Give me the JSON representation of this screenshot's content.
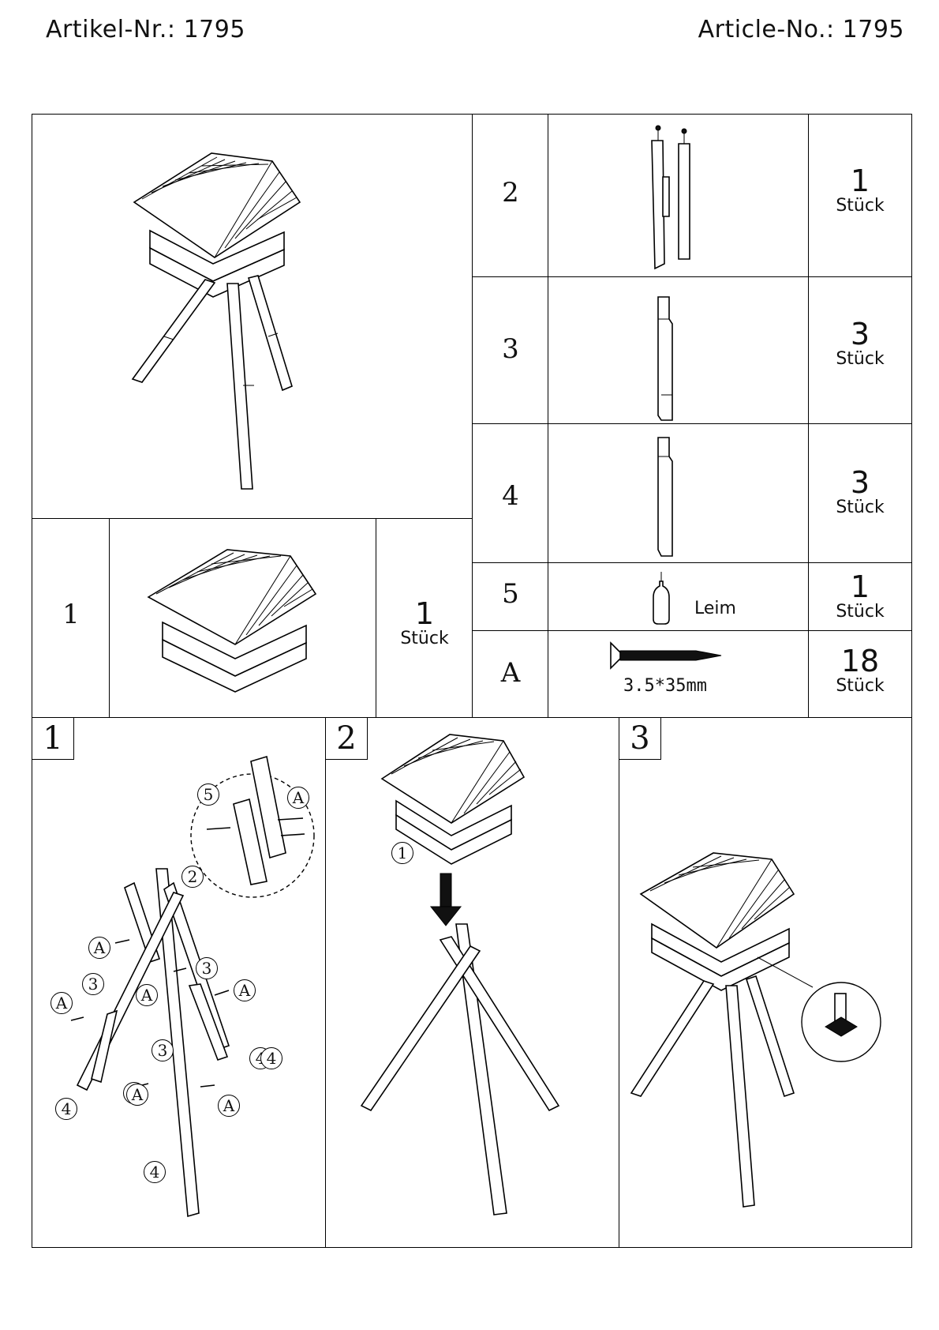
{
  "header": {
    "left": "Artikel-Nr.: 1795",
    "right": "Article-No.: 1795"
  },
  "parts": [
    {
      "num": "1",
      "qty": "1",
      "unit": "Stück"
    },
    {
      "num": "2",
      "qty": "1",
      "unit": "Stück"
    },
    {
      "num": "3",
      "qty": "3",
      "unit": "Stück"
    },
    {
      "num": "4",
      "qty": "3",
      "unit": "Stück"
    },
    {
      "num": "5",
      "qty": "1",
      "unit": "Stück",
      "label": "Leim"
    },
    {
      "num": "A",
      "qty": "18",
      "unit": "Stück",
      "label": "3.5*35mm"
    }
  ],
  "steps": [
    {
      "num": "1",
      "callouts": [
        "2",
        "A",
        "3",
        "3",
        "A",
        "A",
        "A",
        "A",
        "4",
        "3",
        "4",
        "A",
        "A",
        "4",
        "4",
        "5",
        "A"
      ]
    },
    {
      "num": "2",
      "callouts": [
        "1"
      ]
    },
    {
      "num": "3"
    }
  ]
}
